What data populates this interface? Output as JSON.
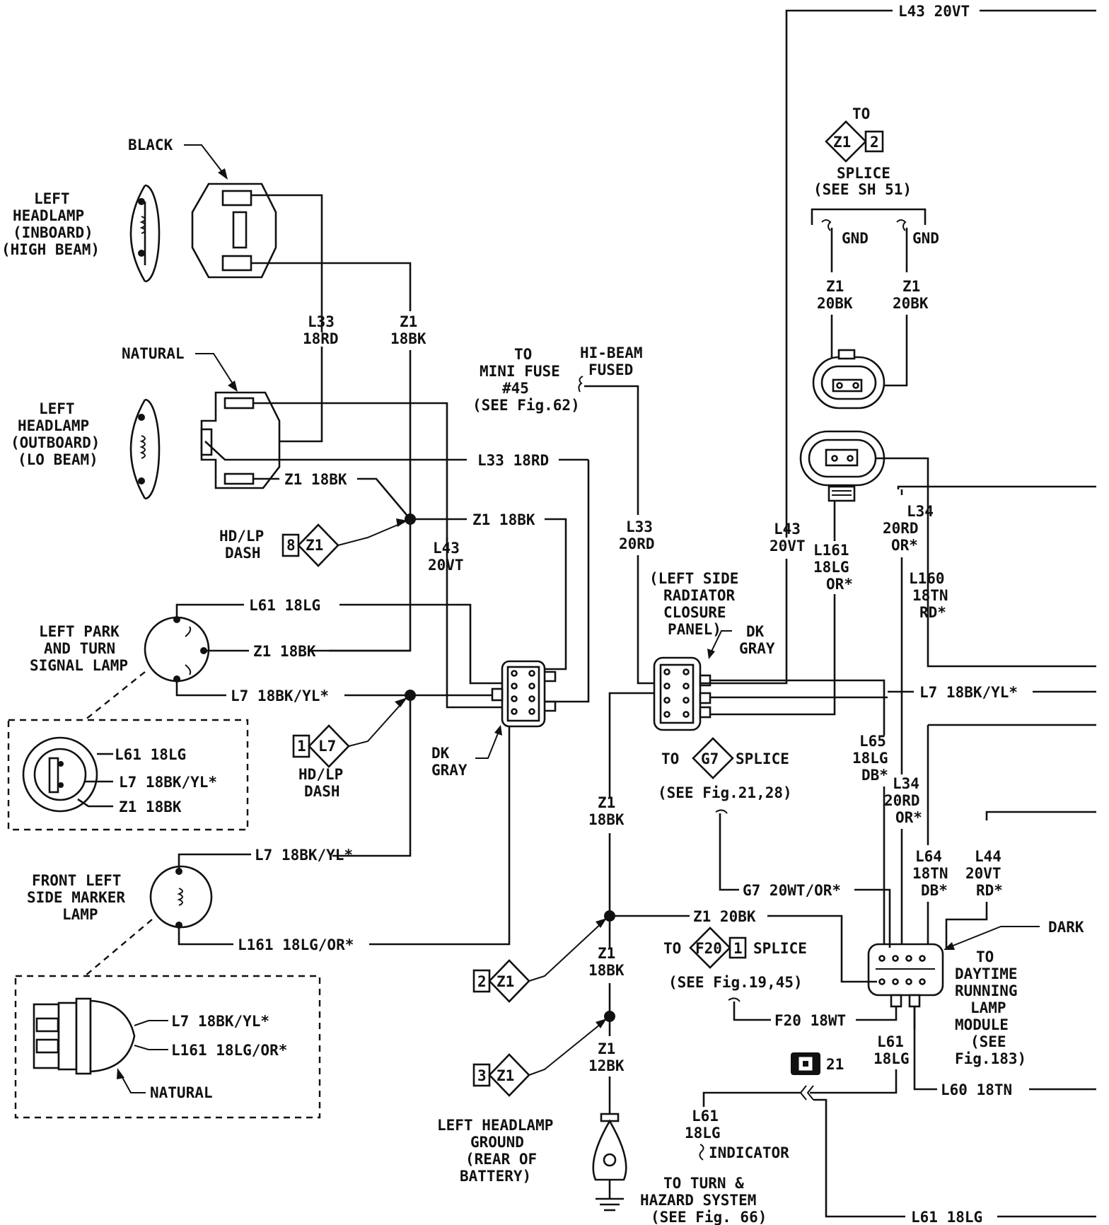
{
  "wire_labels": {
    "top_l43": "L43 20VT",
    "l33_v1": "L33",
    "l33_v2": "18RD",
    "z1_v1": "Z1",
    "z1_v2": "18BK",
    "z1_18bk_outboard": "Z1 18BK",
    "l33_18rd_h": "L33 18RD",
    "z1_18bk_h": "Z1 18BK",
    "l43_a": "L43",
    "l43_b": "20VT",
    "l61_18lg_park": "L61 18LG",
    "z1_18bk_park": "Z1 18BK",
    "l7_park": "L7 18BK/YL*",
    "l7_marker": "L7 18BK/YL*",
    "l161_marker": "L161 18LG/OR*",
    "l33_20rd_a": "L33",
    "l33_20rd_b": "20RD",
    "l43_right_a": "L43",
    "l43_right_b": "20VT",
    "l161_right_a": "L161",
    "l161_right_b": "18LG",
    "l161_right_c": "OR*",
    "l34_top_a": "L34",
    "l34_top_b": "20RD",
    "l34_top_c": "OR*",
    "l160_a": "L160",
    "l160_b": "18TN",
    "l160_c": "RD*",
    "l7_right": "L7 18BK/YL*",
    "l65_a": "L65",
    "l65_b": "18LG",
    "l65_c": "DB*",
    "l34_low_a": "L34",
    "l34_low_b": "20RD",
    "l34_low_c": "OR*",
    "l64_a": "L64",
    "l64_b": "18TN",
    "l64_c": "DB*",
    "l44_a": "L44",
    "l44_b": "20VT",
    "l44_c": "RD*",
    "z1_gnd_l_a": "Z1",
    "z1_gnd_l_b": "20BK",
    "z1_gnd_r_a": "Z1",
    "z1_gnd_r_b": "20BK",
    "z1_center_a": "Z1",
    "z1_center_b": "18BK",
    "z1_low_a": "Z1",
    "z1_low_b": "18BK",
    "z1_12bk_a": "Z1",
    "z1_12bk_b": "12BK",
    "g7": "G7 20WT/OR*",
    "z1_20bk": "Z1 20BK",
    "f20": "F20 18WT",
    "l61_mod_a": "L61",
    "l61_mod_b": "18LG",
    "l60": "L60 18TN",
    "l61_ind_a": "L61",
    "l61_ind_b": "18LG",
    "l61_bottom": "L61 18LG",
    "gnd_l": "GND",
    "gnd_r": "GND"
  },
  "components": {
    "hb_lamp": [
      "LEFT",
      "HEADLAMP",
      "(INBOARD)",
      "(HIGH BEAM)"
    ],
    "lb_lamp": [
      "LEFT",
      "HEADLAMP",
      "(OUTBOARD)",
      "(LO BEAM)"
    ],
    "black": "BLACK",
    "natural_top": "NATURAL",
    "park_lamp": [
      "LEFT PARK",
      "AND TURN",
      "SIGNAL LAMP"
    ],
    "inset_park": [
      "L61 18LG",
      "L7 18BK/YL*",
      "Z1 18BK"
    ],
    "marker_lamp": [
      "FRONT LEFT",
      "SIDE MARKER",
      "LAMP"
    ],
    "inset_marker": [
      "L7 18BK/YL*",
      "L161 18LG/OR*"
    ],
    "natural_bottom": "NATURAL",
    "dk_gray_left": [
      "DK",
      "GRAY"
    ],
    "dk_gray_right": [
      "DK",
      "GRAY"
    ],
    "rad_panel": [
      "(LEFT SIDE",
      "RADIATOR",
      "CLOSURE",
      "PANEL)"
    ],
    "ground": [
      "LEFT HEADLAMP",
      "GROUND",
      "(REAR OF",
      "BATTERY)"
    ],
    "dark": "DARK",
    "drl_module": [
      "TO",
      "DAYTIME",
      "RUNNING",
      "LAMP",
      "MODULE",
      "(SEE",
      "Fig.183)"
    ],
    "indicator": "INDICATOR",
    "turn_hazard": [
      "TO TURN &",
      "HAZARD SYSTEM",
      "(SEE Fig. 66)"
    ],
    "connector_21": "21"
  },
  "references": {
    "mini_fuse": [
      "TO",
      "MINI FUSE",
      "#45",
      "(SEE Fig.62)"
    ],
    "hibeam": [
      "HI-BEAM",
      "FUSED"
    ],
    "hdlp_1": [
      "HD/LP",
      "DASH"
    ],
    "hdlp_2": [
      "HD/LP",
      "DASH"
    ],
    "z1_splice_top": [
      "TO",
      "SPLICE",
      "(SEE SH 51)"
    ],
    "g7_splice": [
      "TO",
      "SPLICE",
      "(SEE Fig.21,28)"
    ],
    "f20_splice": [
      "TO",
      "SPLICE",
      "(SEE Fig.19,45)"
    ],
    "diamond_8_z1": {
      "num": "8",
      "code": "Z1"
    },
    "diamond_1_l7": {
      "num": "1",
      "code": "L7"
    },
    "diamond_2_z1": {
      "num": "2",
      "code": "Z1"
    },
    "diamond_3_z1": {
      "num": "3",
      "code": "Z1"
    },
    "diamond_z1_2": {
      "num": "2",
      "code": "Z1"
    },
    "diamond_g7": {
      "code": "G7"
    },
    "diamond_f20_1": {
      "num": "1",
      "code": "F20"
    }
  }
}
